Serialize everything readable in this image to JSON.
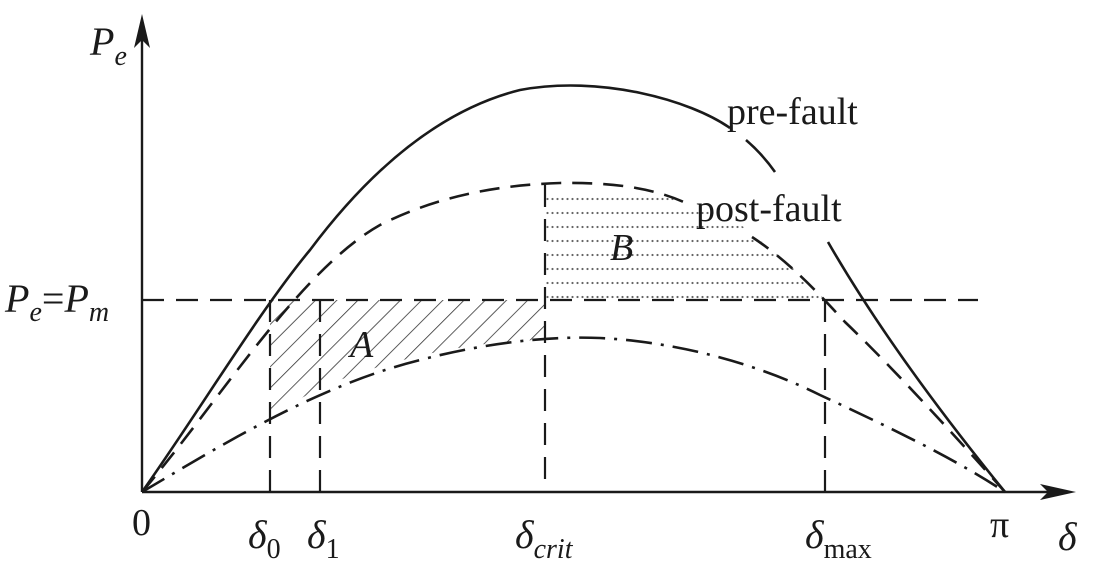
{
  "axes": {
    "y_label": {
      "main": "P",
      "sub": "e"
    },
    "x_label": "δ",
    "origin": "0",
    "pi_label": "π",
    "pm_label": {
      "p1": "P",
      "s1": "e",
      "eq": "=",
      "p2": "P",
      "s2": "m"
    }
  },
  "curves": {
    "pre_fault": "pre-fault",
    "post_fault": "post-fault"
  },
  "areas": {
    "a": "A",
    "b": "B"
  },
  "angles": [
    {
      "id": "delta0",
      "sym": "δ",
      "sub": "0"
    },
    {
      "id": "delta1",
      "sym": "δ",
      "sub": "1"
    },
    {
      "id": "delta_crit",
      "sym": "δ",
      "sub": "crit"
    },
    {
      "id": "delta_max",
      "sym": "δ",
      "sub": "max"
    }
  ]
}
